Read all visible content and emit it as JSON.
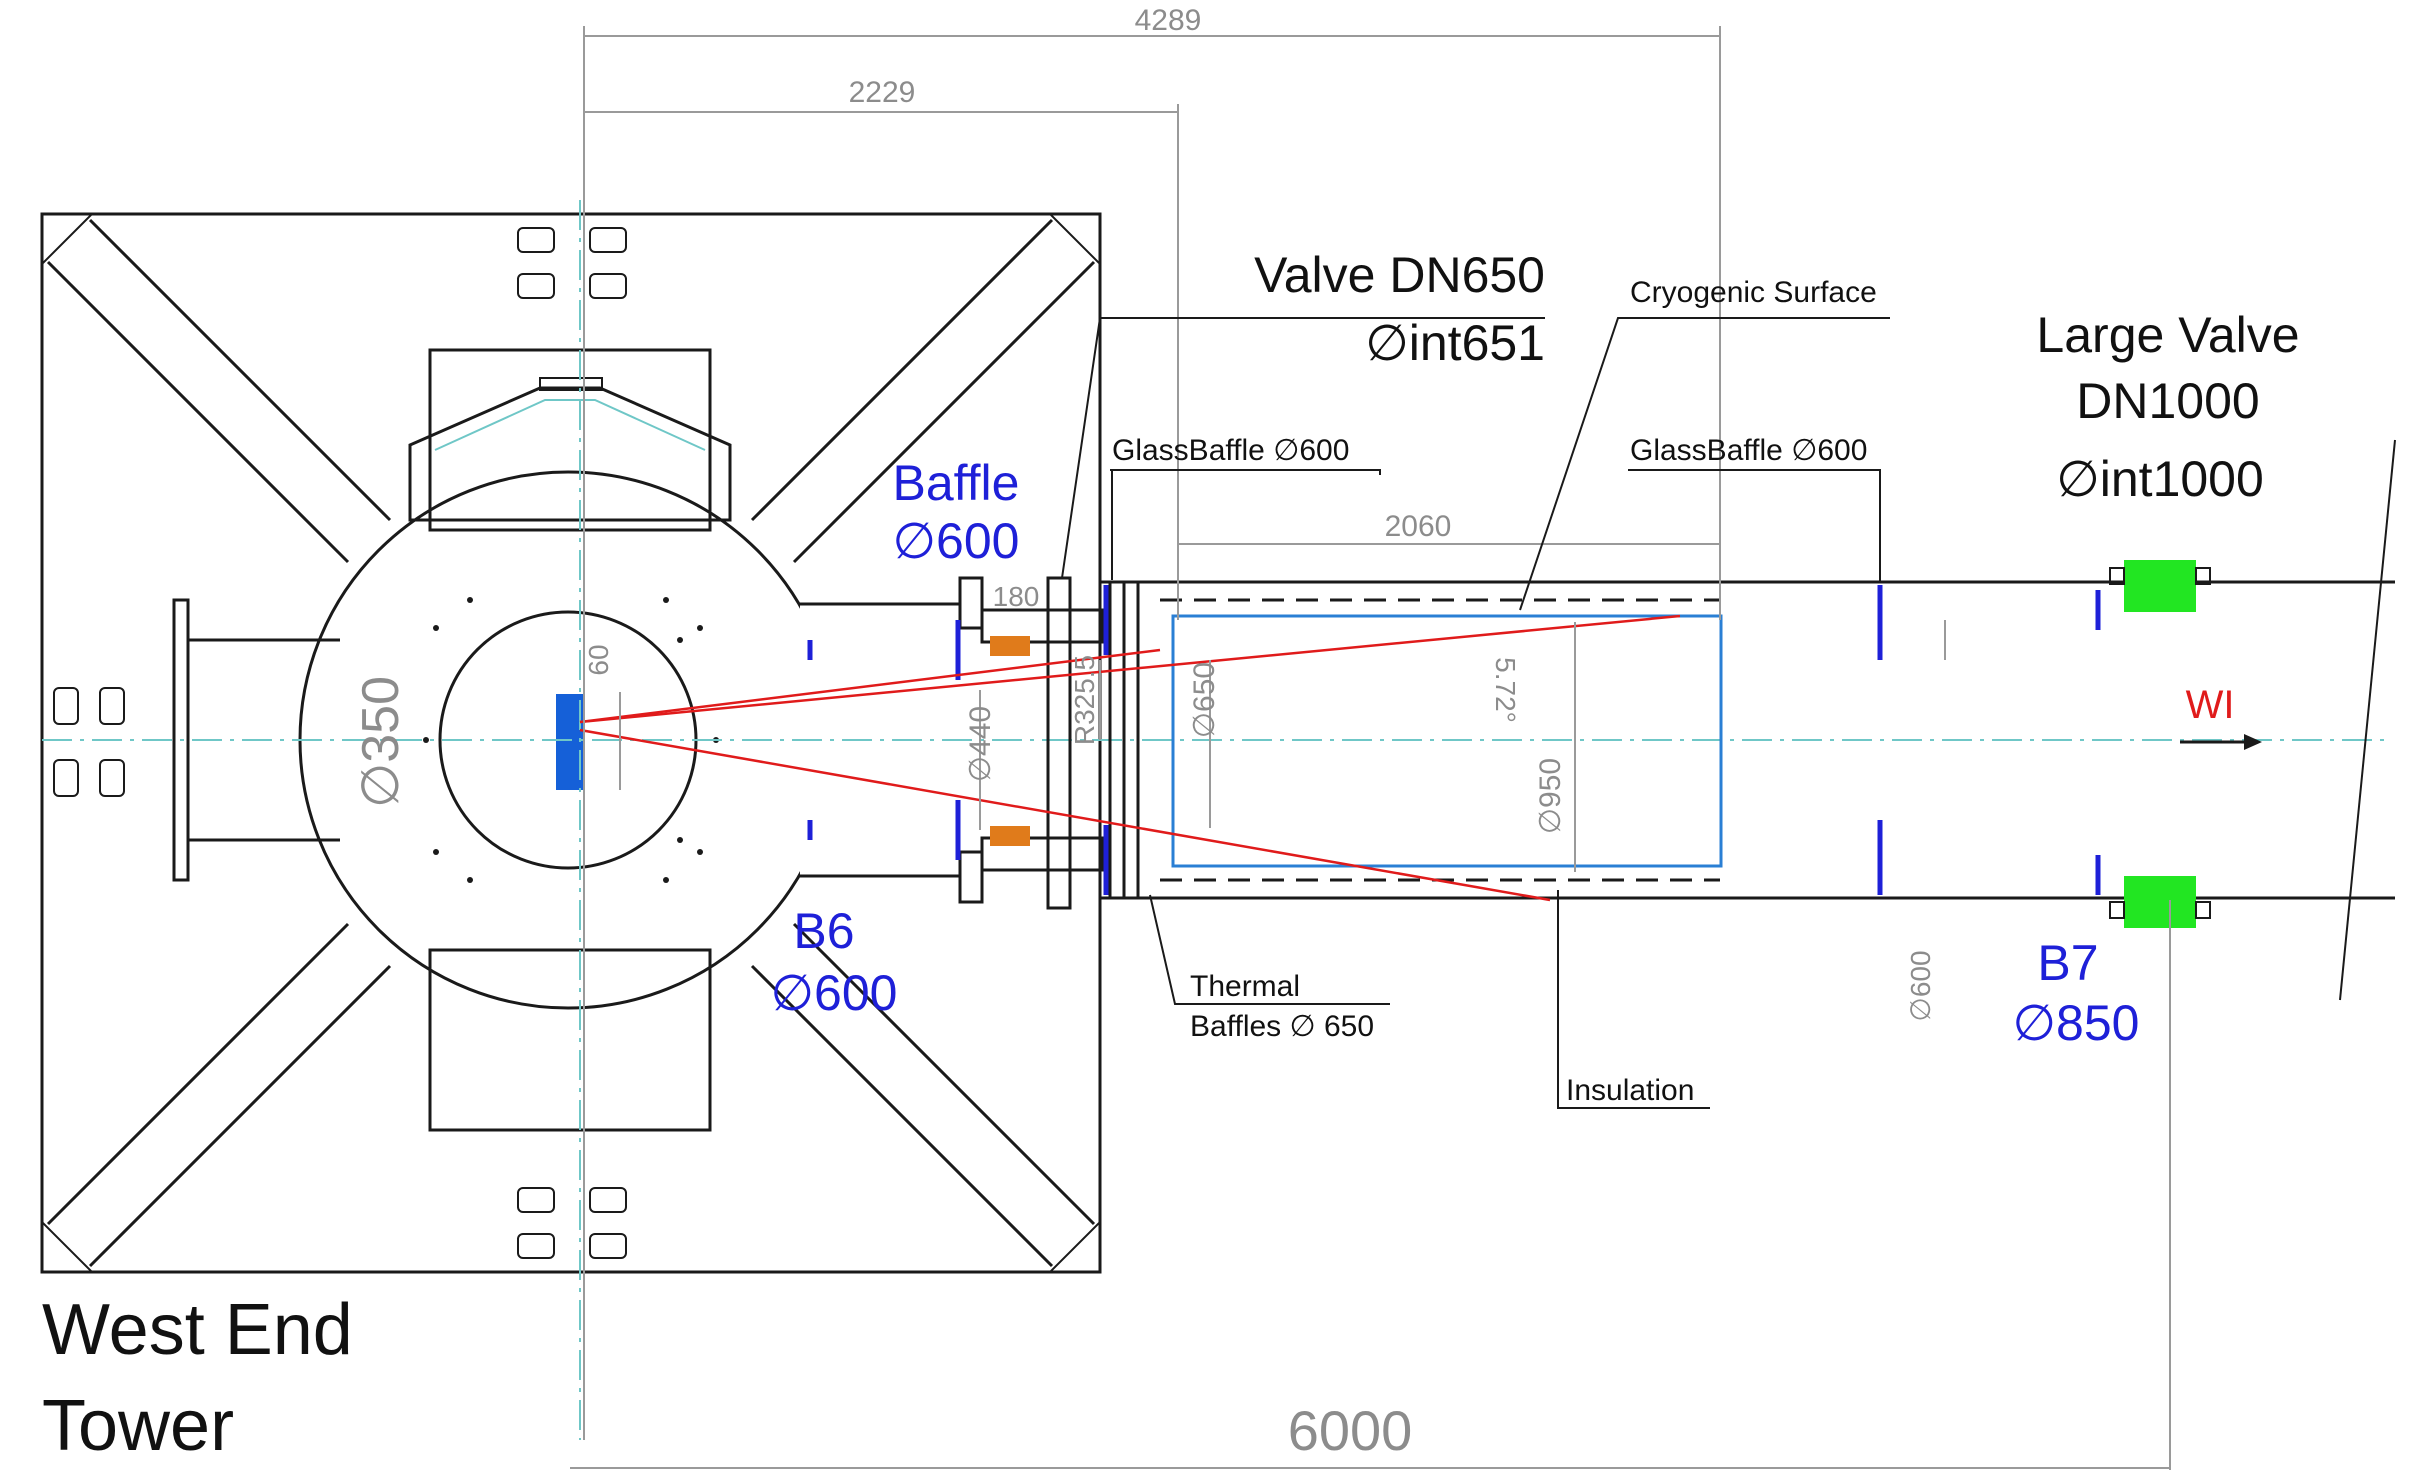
{
  "colors": {
    "line": "#1a1a1a",
    "dimension": "#9a9a9a",
    "baffle_label": "#1e20d8",
    "laser_beam": "#e01b1b",
    "axis": "#6fc7c7",
    "large_valve": "#22e622",
    "valve_seal": "#e07b1b",
    "cryo_box": "#2a7fd4",
    "mirror": "#1560d8"
  },
  "labels": {
    "west_end_tower_line1": "West End",
    "west_end_tower_line2": "Tower",
    "valve_dn650_line1": "Valve DN650",
    "valve_dn650_line2": "∅int651",
    "cryogenic_surface": "Cryogenic Surface",
    "large_valve_line1": "Large Valve",
    "large_valve_line2": "DN1000",
    "large_valve_line3": "∅int1000",
    "glassbaffle_left": "GlassBaffle ∅600",
    "glassbaffle_right": "GlassBaffle ∅600",
    "baffle_line1": "Baffle",
    "baffle_line2": "∅600",
    "b6_line1": "B6",
    "b6_line2": "∅600",
    "b7_line1": "B7",
    "b7_line2": "∅850",
    "thermal_baffles_line1": "Thermal",
    "thermal_baffles_line2": "Baffles ∅ 650",
    "insulation": "Insulation",
    "wi": "WI"
  },
  "dimensions": {
    "d4289": "4289",
    "d2229": "2229",
    "d2060": "2060",
    "d6000": "6000",
    "d180": "180",
    "r325": "R325.5",
    "dia350": "∅350",
    "d60": "60",
    "dia440": "∅440",
    "dia650": "∅650",
    "angle": "5.72°",
    "dia950": "∅950",
    "dia600": "∅600"
  }
}
